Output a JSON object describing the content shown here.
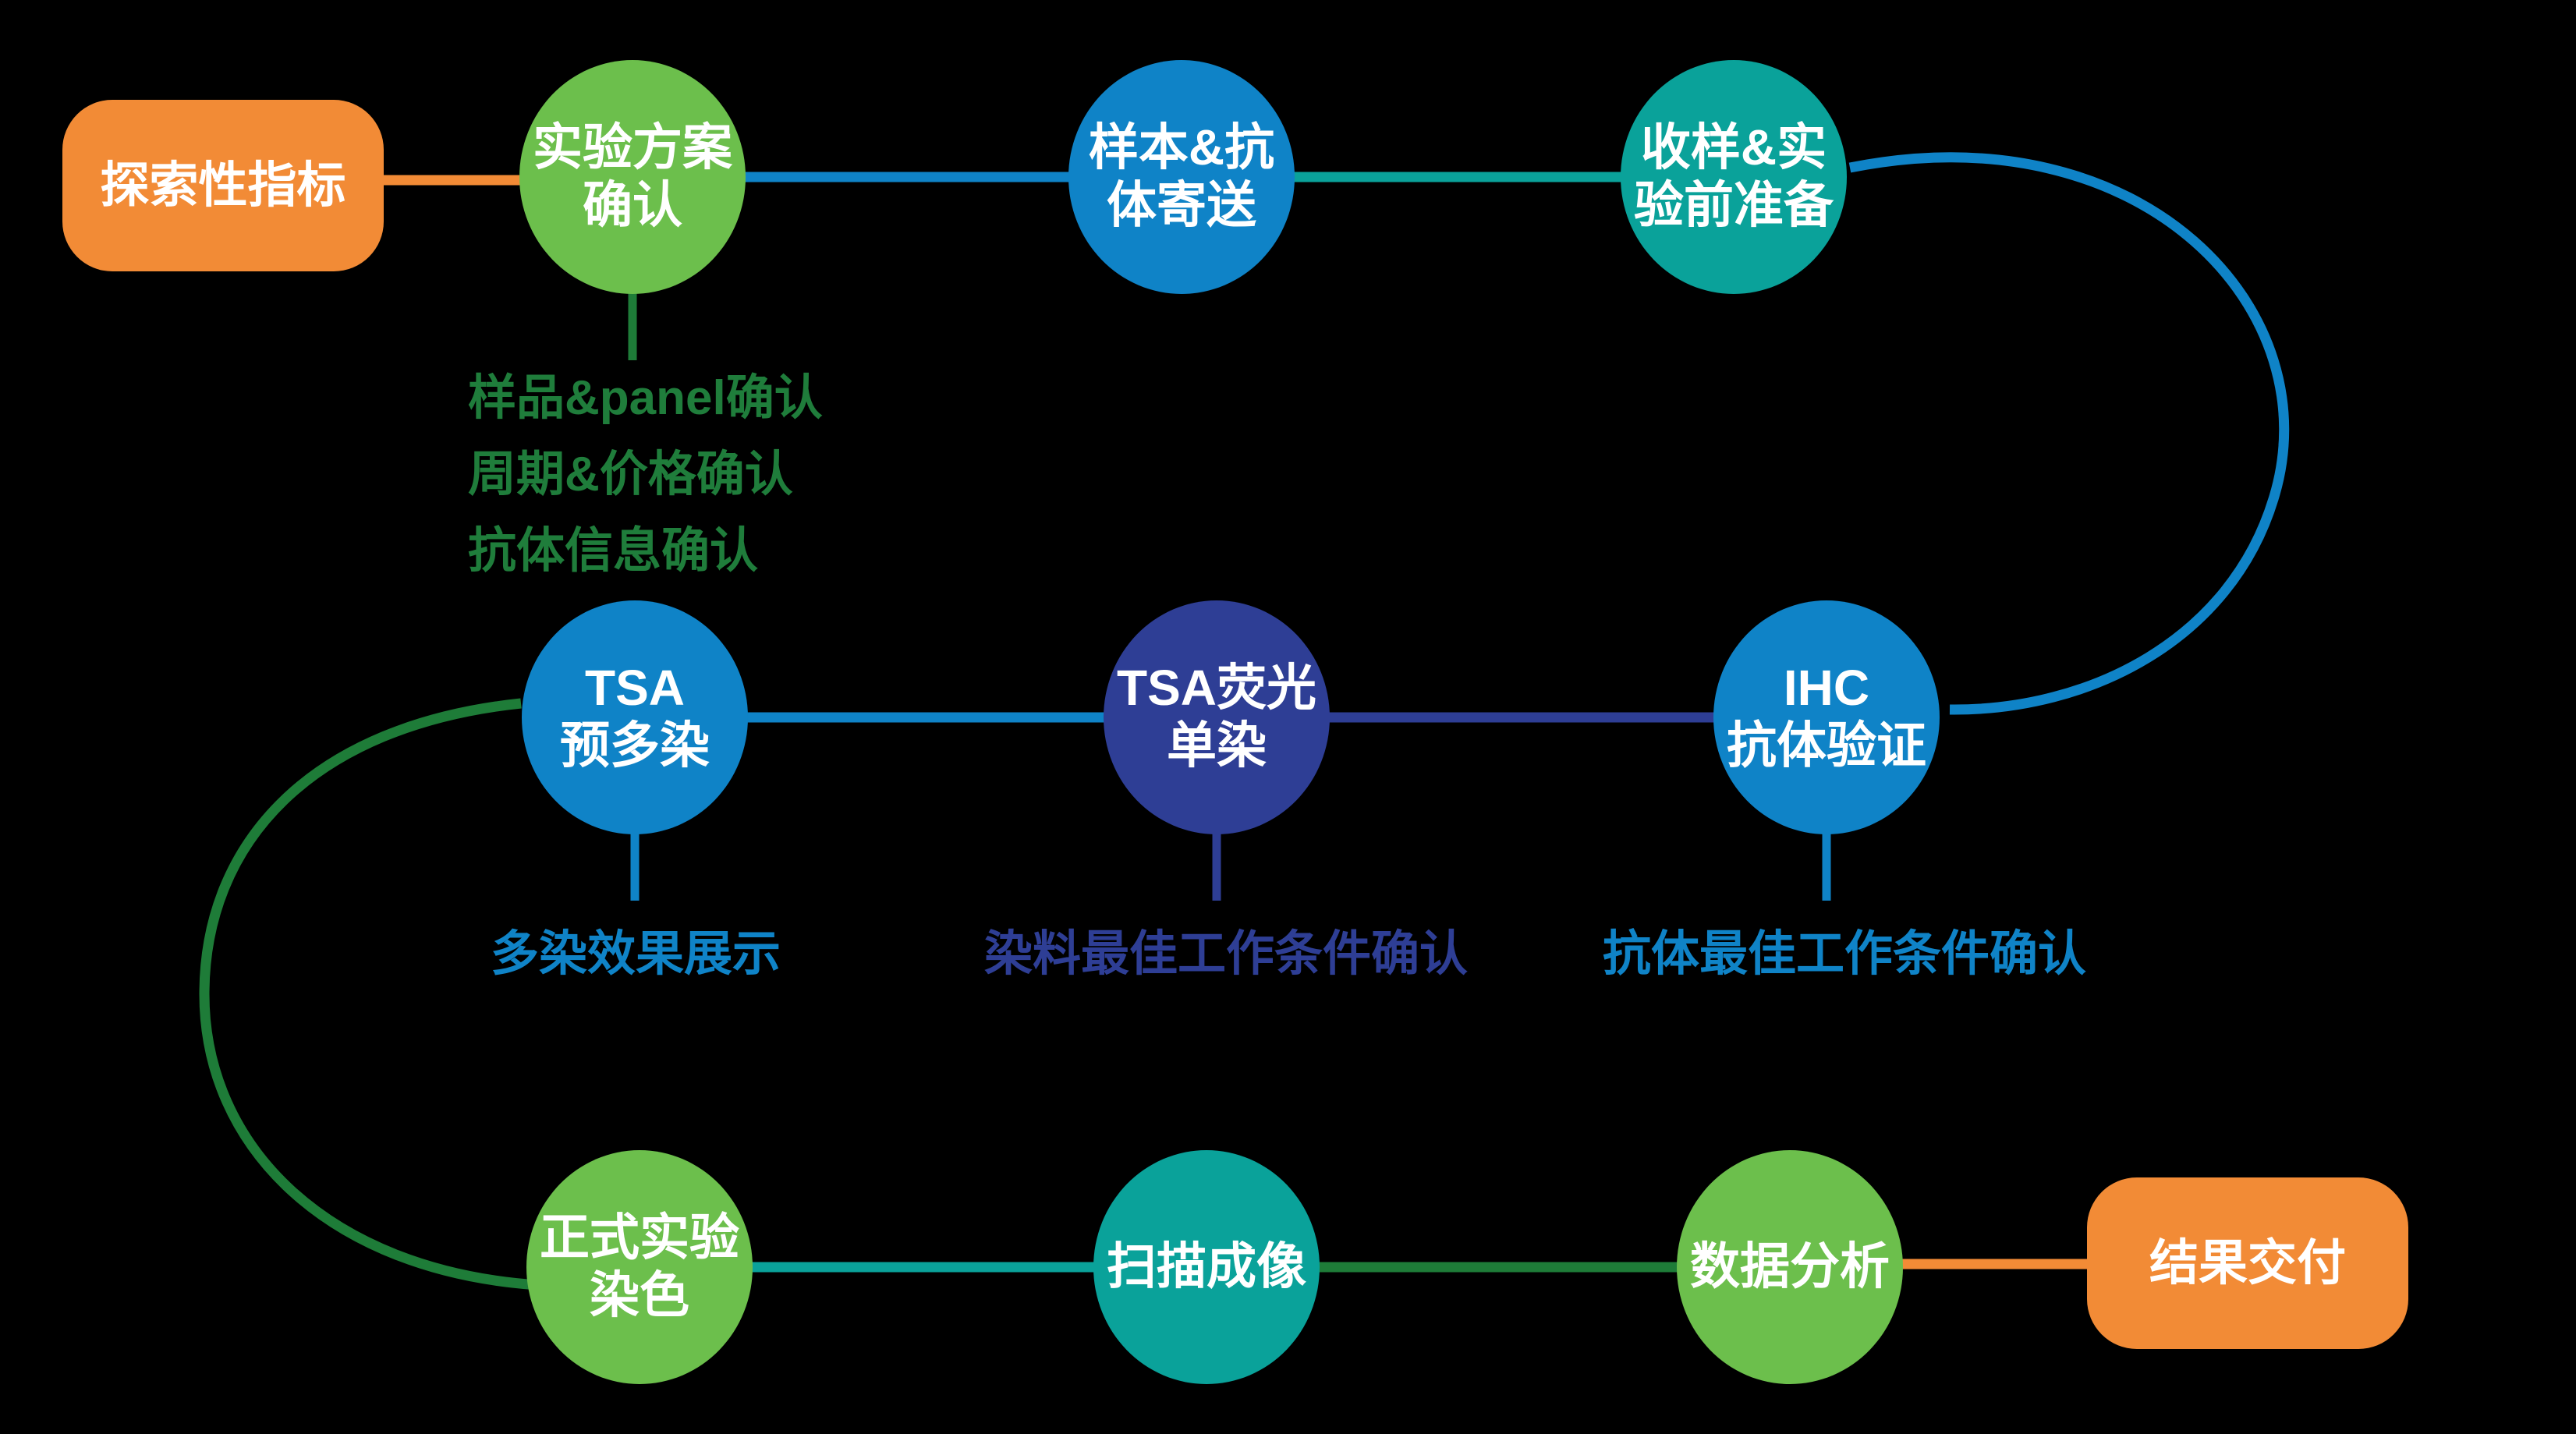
{
  "colors": {
    "background": "#000000",
    "orange": "#F28B36",
    "green": "#6CBF4C",
    "blue": "#0F83C7",
    "teal": "#0AA29A",
    "navy": "#2E3E95",
    "dark_green": "#1E7C38",
    "note_green": "#1F7D3B",
    "node_text": "#FFFFFF"
  },
  "nodes": {
    "explore": {
      "label": "探索性指标"
    },
    "plan": {
      "line1": "实验方案",
      "line2": "确认"
    },
    "sample": {
      "line1": "样本&抗",
      "line2": "体寄送"
    },
    "receive": {
      "line1": "收样&实",
      "line2": "验前准备"
    },
    "tsa_pre": {
      "line1": "TSA",
      "line2": "预多染"
    },
    "tsa_single": {
      "line1": "TSA荧光",
      "line2": "单染"
    },
    "ihc": {
      "line1": "IHC",
      "line2": "抗体验证"
    },
    "formal": {
      "line1": "正式实验",
      "line2": "染色"
    },
    "scan": {
      "label": "扫描成像"
    },
    "analysis": {
      "label": "数据分析"
    },
    "delivery": {
      "label": "结果交付"
    }
  },
  "notes": {
    "plan_details": [
      "样品&panel确认",
      "周期&价格确认",
      "抗体信息确认"
    ],
    "tsa_pre_note": "多染效果展示",
    "tsa_single_note": "染料最佳工作条件确认",
    "ihc_note": "抗体最佳工作条件确认"
  }
}
